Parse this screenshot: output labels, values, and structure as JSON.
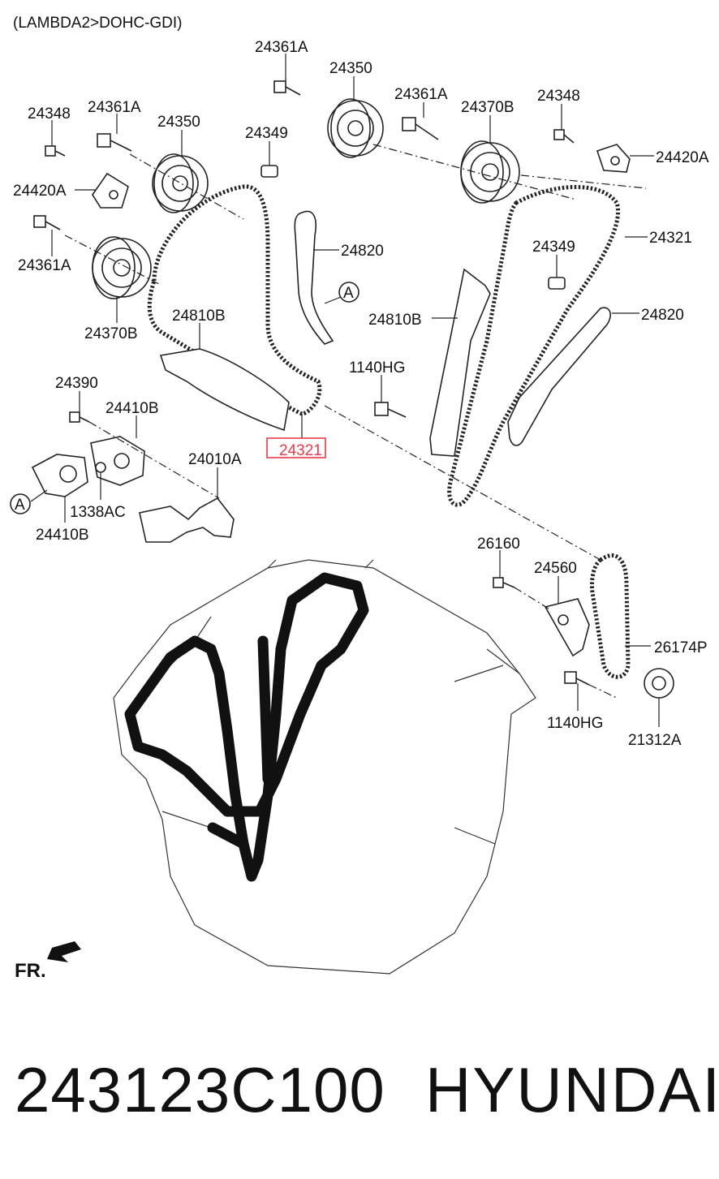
{
  "diagram": {
    "header": "(LAMBDA2>DOHC-GDI)",
    "highlighted_label": "24321",
    "direction_label": "FR.",
    "labels": [
      "24361A",
      "24350",
      "24361A",
      "24370B",
      "24348",
      "24348",
      "24361A",
      "24350",
      "24349",
      "24420A",
      "24420A",
      "24321",
      "24820",
      "24349",
      "24361A",
      "24810B",
      "24370B",
      "24810B",
      "24820",
      "1140HG",
      "24390",
      "24410B",
      "24010A",
      "1338AC",
      "24410B",
      "26160",
      "24560",
      "26174P",
      "1140HG",
      "21312A"
    ],
    "callout_A": "A"
  },
  "footer": {
    "part_number": "243123C100",
    "brand": "HYUNDAI"
  },
  "colors": {
    "highlight": "#e63b4a",
    "line": "#222222"
  }
}
